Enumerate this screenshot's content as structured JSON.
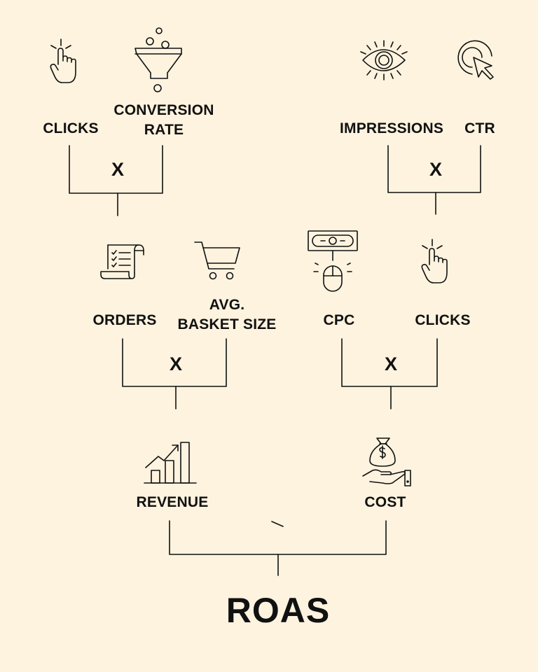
{
  "colors": {
    "background": "#fdf3df",
    "ink": "#111111"
  },
  "top_left": {
    "clicks": "CLICKS",
    "conversion_rate": [
      "CONVERSION",
      "RATE"
    ],
    "operator": "X"
  },
  "top_right": {
    "impressions": "IMPRESSIONS",
    "ctr": "CTR",
    "operator": "X"
  },
  "mid_left": {
    "orders": "ORDERS",
    "basket_size": [
      "AVG.",
      "BASKET SIZE"
    ],
    "operator": "X"
  },
  "mid_right": {
    "cpc": "CPC",
    "clicks": "CLICKS",
    "operator": "X"
  },
  "bottom": {
    "revenue": "REVENUE",
    "cost": "COST",
    "divider": "/"
  },
  "result": "ROAS",
  "icons": [
    "pointer-click-icon",
    "funnel-icon",
    "eye-icon",
    "cursor-click-icon",
    "receipt-list-icon",
    "shopping-cart-icon",
    "money-mouse-icon",
    "pointer-click-icon",
    "growth-chart-icon",
    "money-bag-hand-icon"
  ]
}
